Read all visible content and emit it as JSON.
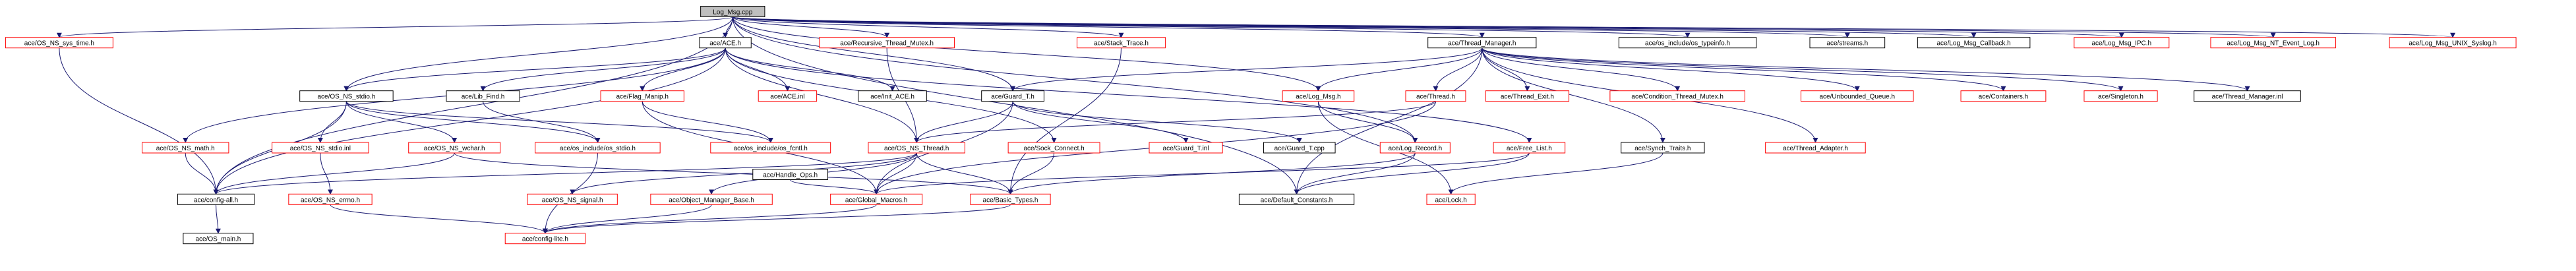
{
  "title": "Log_Msg.cpp",
  "colors": {
    "edge": "#191970",
    "root_fill": "#bfbfbf",
    "file_border": "#000000",
    "missing_border": "#ff0000"
  },
  "nodes": [
    {
      "id": "root",
      "label": "Log_Msg.cpp",
      "kind": "root"
    },
    {
      "id": "n1",
      "label": "ace/OS_NS_sys_time.h",
      "kind": "missing"
    },
    {
      "id": "n2",
      "label": "ace/ACE.h",
      "kind": "file"
    },
    {
      "id": "n3",
      "label": "ace/Recursive_Thread_Mutex.h",
      "kind": "missing"
    },
    {
      "id": "n4",
      "label": "ace/Stack_Trace.h",
      "kind": "missing"
    },
    {
      "id": "n5",
      "label": "ace/Thread_Manager.h",
      "kind": "file"
    },
    {
      "id": "n6",
      "label": "ace/os_include/os_typeinfo.h",
      "kind": "file"
    },
    {
      "id": "n7",
      "label": "ace/streams.h",
      "kind": "file"
    },
    {
      "id": "n8",
      "label": "ace/Log_Msg_Callback.h",
      "kind": "file"
    },
    {
      "id": "n9",
      "label": "ace/Log_Msg_IPC.h",
      "kind": "missing"
    },
    {
      "id": "n10",
      "label": "ace/Log_Msg_NT_Event_Log.h",
      "kind": "missing"
    },
    {
      "id": "n11",
      "label": "ace/Log_Msg_UNIX_Syslog.h",
      "kind": "missing"
    },
    {
      "id": "n12",
      "label": "ace/OS_NS_stdio.h",
      "kind": "file"
    },
    {
      "id": "n13",
      "label": "ace/Lib_Find.h",
      "kind": "file"
    },
    {
      "id": "n14",
      "label": "ace/Flag_Manip.h",
      "kind": "missing"
    },
    {
      "id": "n15",
      "label": "ace/ACE.inl",
      "kind": "missing"
    },
    {
      "id": "n16",
      "label": "ace/Init_ACE.h",
      "kind": "file"
    },
    {
      "id": "n17",
      "label": "ace/Guard_T.h",
      "kind": "file"
    },
    {
      "id": "n18",
      "label": "ace/Log_Msg.h",
      "kind": "missing"
    },
    {
      "id": "n19",
      "label": "ace/Thread.h",
      "kind": "missing"
    },
    {
      "id": "n20",
      "label": "ace/Thread_Exit.h",
      "kind": "missing"
    },
    {
      "id": "n21",
      "label": "ace/Condition_Thread_Mutex.h",
      "kind": "missing"
    },
    {
      "id": "n22",
      "label": "ace/Unbounded_Queue.h",
      "kind": "missing"
    },
    {
      "id": "n23",
      "label": "ace/Containers.h",
      "kind": "missing"
    },
    {
      "id": "n24",
      "label": "ace/Singleton.h",
      "kind": "missing"
    },
    {
      "id": "n25",
      "label": "ace/Thread_Manager.inl",
      "kind": "file"
    },
    {
      "id": "n26",
      "label": "ace/OS_NS_math.h",
      "kind": "missing"
    },
    {
      "id": "n27",
      "label": "ace/OS_NS_stdio.inl",
      "kind": "missing"
    },
    {
      "id": "n28",
      "label": "ace/OS_NS_wchar.h",
      "kind": "missing"
    },
    {
      "id": "n29",
      "label": "ace/os_include/os_stdio.h",
      "kind": "missing"
    },
    {
      "id": "n30",
      "label": "ace/os_include/os_fcntl.h",
      "kind": "missing"
    },
    {
      "id": "n31",
      "label": "ace/Handle_Ops.h",
      "kind": "file"
    },
    {
      "id": "n32",
      "label": "ace/OS_NS_Thread.h",
      "kind": "missing"
    },
    {
      "id": "n33",
      "label": "ace/Sock_Connect.h",
      "kind": "missing"
    },
    {
      "id": "n34",
      "label": "ace/Guard_T.inl",
      "kind": "missing"
    },
    {
      "id": "n35",
      "label": "ace/Guard_T.cpp",
      "kind": "file"
    },
    {
      "id": "n36",
      "label": "ace/Log_Record.h",
      "kind": "missing"
    },
    {
      "id": "n37",
      "label": "ace/Free_List.h",
      "kind": "missing"
    },
    {
      "id": "n38",
      "label": "ace/Synch_Traits.h",
      "kind": "file"
    },
    {
      "id": "n39",
      "label": "ace/Thread_Adapter.h",
      "kind": "missing"
    },
    {
      "id": "n40",
      "label": "ace/config-all.h",
      "kind": "file"
    },
    {
      "id": "n41",
      "label": "ace/OS_NS_errno.h",
      "kind": "missing"
    },
    {
      "id": "n42",
      "label": "ace/OS_NS_signal.h",
      "kind": "missing"
    },
    {
      "id": "n43",
      "label": "ace/Object_Manager_Base.h",
      "kind": "missing"
    },
    {
      "id": "n44",
      "label": "ace/Global_Macros.h",
      "kind": "missing"
    },
    {
      "id": "n45",
      "label": "ace/Basic_Types.h",
      "kind": "missing"
    },
    {
      "id": "n46",
      "label": "ace/Default_Constants.h",
      "kind": "file"
    },
    {
      "id": "n47",
      "label": "ace/Lock.h",
      "kind": "missing"
    },
    {
      "id": "n48",
      "label": "ace/OS_main.h",
      "kind": "file"
    },
    {
      "id": "n49",
      "label": "ace/config-lite.h",
      "kind": "missing"
    }
  ]
}
